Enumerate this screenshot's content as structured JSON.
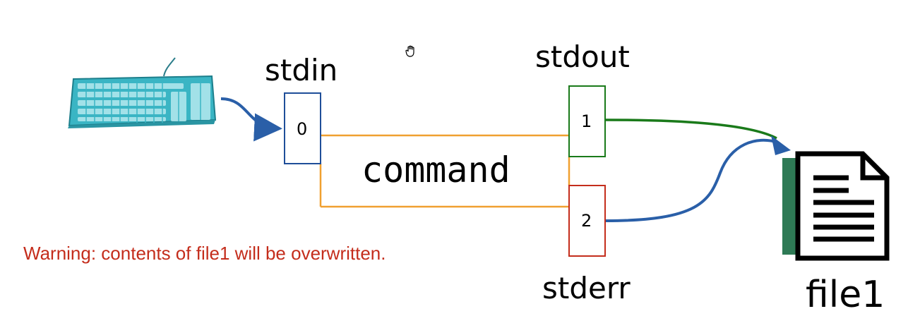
{
  "labels": {
    "stdin": "stdin",
    "stdout": "stdout",
    "stderr": "stderr",
    "fd0": "0",
    "fd1": "1",
    "fd2": "2",
    "command": "command",
    "file": "file1"
  },
  "warning": {
    "text": "Warning: contents of file1 will be overwritten.",
    "color": "#c42d1c"
  },
  "icons": {
    "keyboard": "keyboard-icon",
    "file": "document-icon",
    "cursor": "hand-cursor-icon"
  },
  "colors": {
    "stdin_box": "#1f4e99",
    "stdout_box": "#1a7a1a",
    "stderr_box": "#c42d1c",
    "command_lines": "#f0a030",
    "input_arrow": "#2a5fa8",
    "stdout_arrow": "#1a7a1a",
    "stderr_arrow": "#2a5fa8",
    "keyboard": "#3ab5c4",
    "file_spine": "#2e7a55"
  }
}
